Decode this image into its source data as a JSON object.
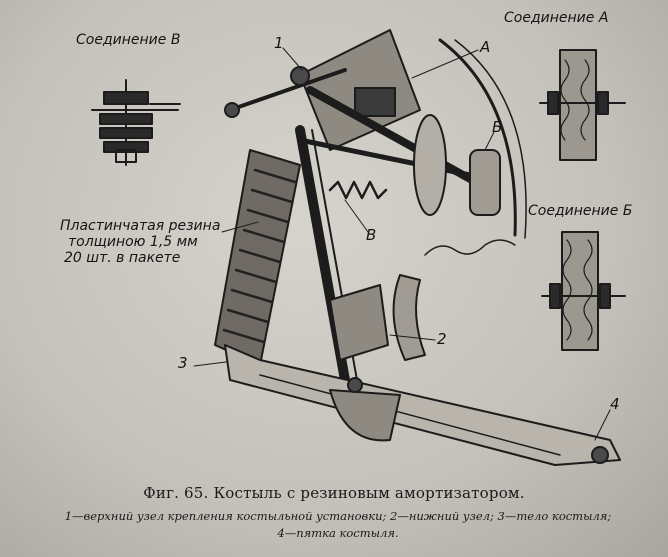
{
  "labels": {
    "joint_v": "Соединение В",
    "joint_a": "Соединение А",
    "joint_b": "Соединение Б",
    "n1": "1",
    "n2": "2",
    "n3": "3",
    "n4": "4",
    "a": "А",
    "b": "Б",
    "v": "В",
    "rubber_line1": "Пластинчатая резина",
    "rubber_line2": "толщиною 1,5 мм",
    "rubber_line3": "20 шт. в пакете"
  },
  "caption": "Фиг. 65. Костыль с резиновым амортизатором.",
  "legend": {
    "line1": "1—верхний узел крепления костыльной установки; 2—нижний узел; 3—тело костыля;",
    "line2": "4—пятка костыля."
  }
}
